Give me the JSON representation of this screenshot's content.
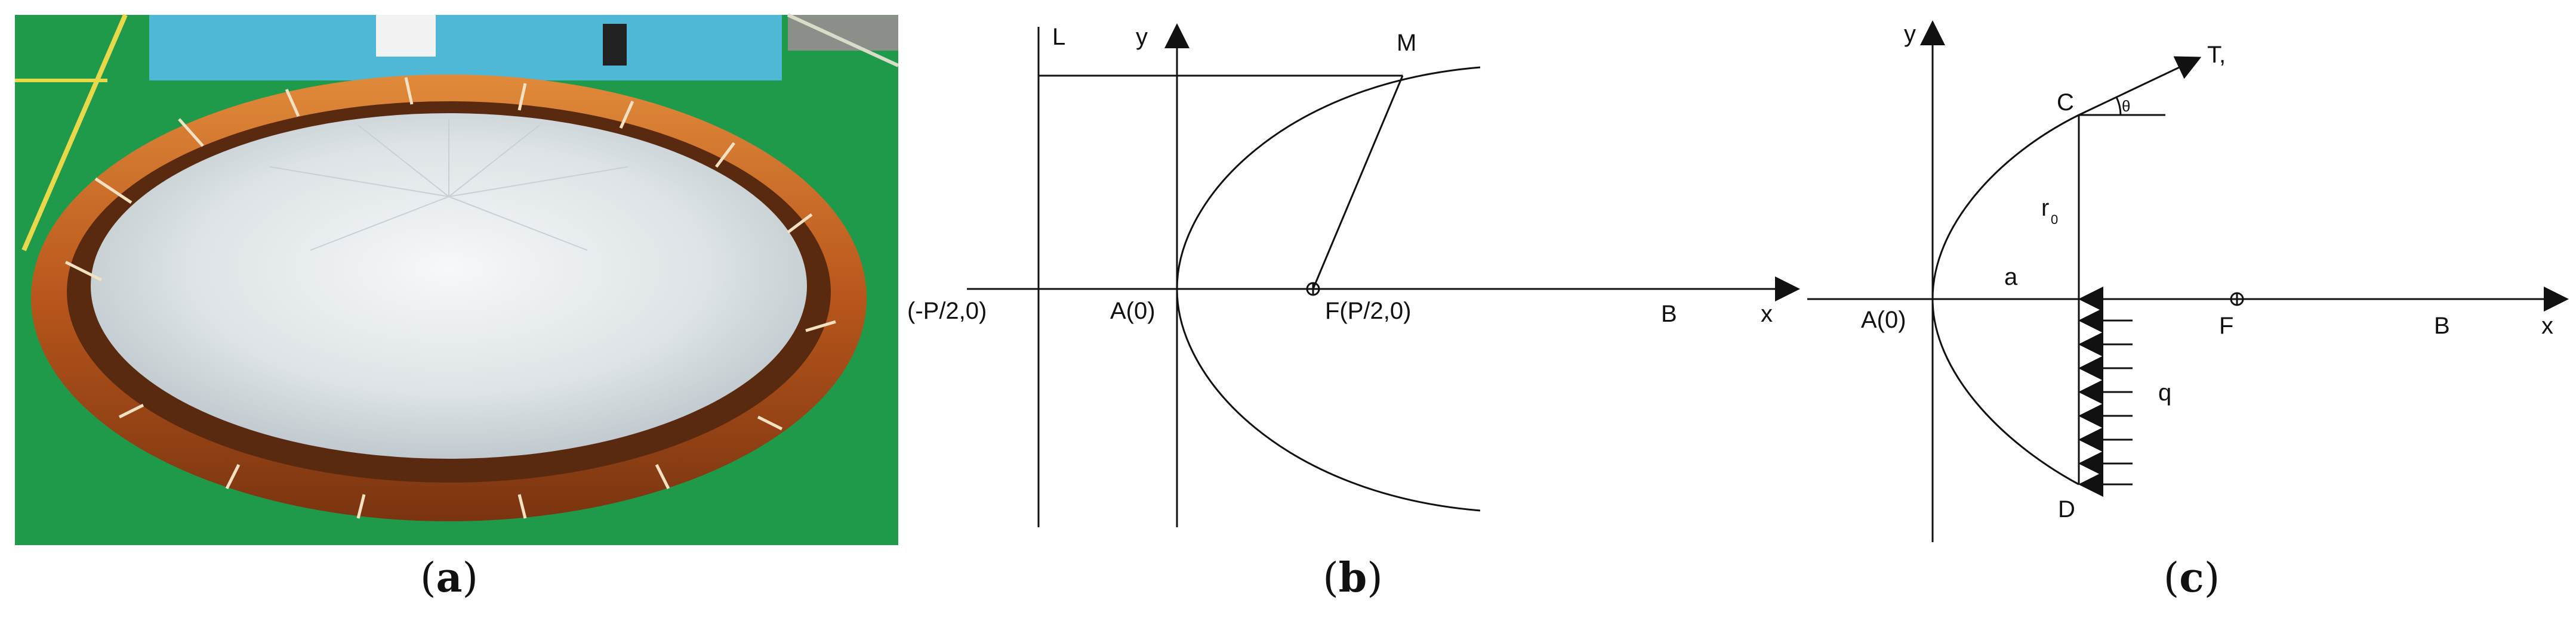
{
  "panels": {
    "a": {
      "caption_open": "(",
      "caption_letter": "a",
      "caption_close": ")"
    },
    "b": {
      "caption_open": "(",
      "caption_letter": "b",
      "caption_close": ")",
      "labels": {
        "L": "L",
        "y": "y",
        "M": "M",
        "minus_p": "(-P/2,0)",
        "A": "A(0)",
        "F": "F(P/2,0)",
        "B": "B",
        "x": "x"
      }
    },
    "c": {
      "caption_open": "(",
      "caption_letter": "c",
      "caption_close": ")",
      "labels": {
        "y": "y",
        "T": "T,",
        "C": "C",
        "theta": "θ",
        "r": "r",
        "sub_zero": "0",
        "a": "a",
        "A": "A(0)",
        "F": "F",
        "B": "B",
        "x": "x",
        "q": "q",
        "D": "D"
      }
    }
  },
  "colors": {
    "floor": "#1f9a4a",
    "membrane": "#e8ecef",
    "ring": "#b5561b",
    "ring_light": "#e2893c",
    "backdrop": "#4fb8d6"
  }
}
